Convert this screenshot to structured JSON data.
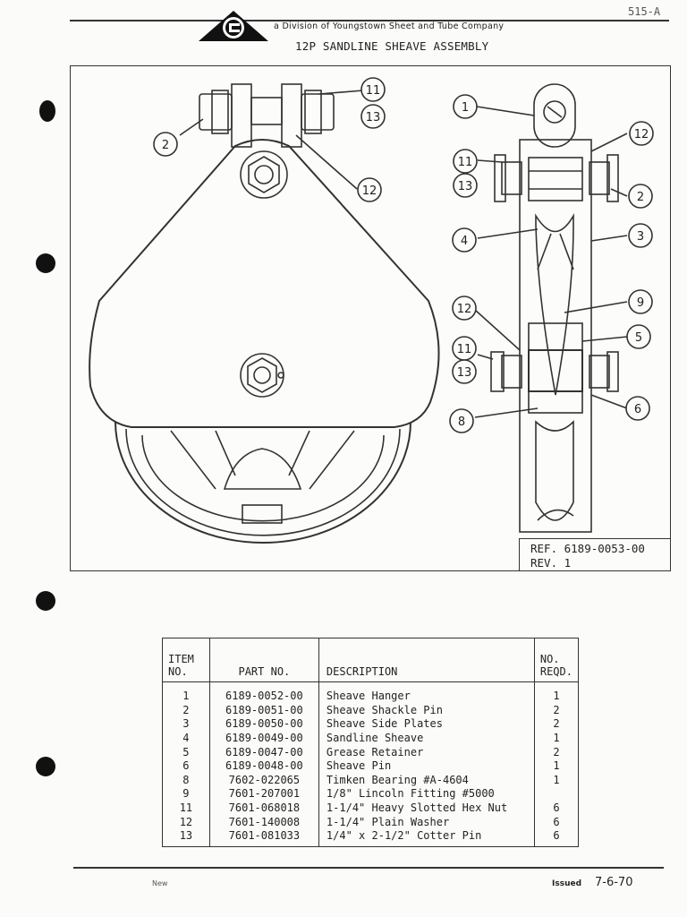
{
  "header": {
    "division": "a Division of  Youngstown Sheet and Tube Company",
    "title": "12P SANDLINE SHEAVE ASSEMBLY",
    "sheet_code": "515-A"
  },
  "callouts": [
    "1",
    "2",
    "3",
    "4",
    "5",
    "6",
    "8",
    "9",
    "11",
    "12",
    "13"
  ],
  "reference": {
    "ref": "REF. 6189-0053-00",
    "rev": "REV. 1"
  },
  "parts_table": {
    "headers": {
      "item": [
        "ITEM",
        "NO."
      ],
      "part": "PART NO.",
      "description": "DESCRIPTION",
      "qty": [
        "NO.",
        "REQD."
      ]
    },
    "rows": [
      {
        "item": "1",
        "part": "6189-0052-00",
        "description": "Sheave Hanger",
        "qty": "1"
      },
      {
        "item": "2",
        "part": "6189-0051-00",
        "description": "Sheave Shackle Pin",
        "qty": "2"
      },
      {
        "item": "3",
        "part": "6189-0050-00",
        "description": "Sheave Side Plates",
        "qty": "2"
      },
      {
        "item": "4",
        "part": "6189-0049-00",
        "description": "Sandline Sheave",
        "qty": "1"
      },
      {
        "item": "5",
        "part": "6189-0047-00",
        "description": "Grease Retainer",
        "qty": "2"
      },
      {
        "item": "6",
        "part": "6189-0048-00",
        "description": "Sheave Pin",
        "qty": "1"
      },
      {
        "item": "8",
        "part": "7602-022065",
        "description": "Timken Bearing #A-4604",
        "qty": "1"
      },
      {
        "item": "9",
        "part": "7601-207001",
        "description": "1/8\" Lincoln Fitting #5000",
        "qty": ""
      },
      {
        "item": "11",
        "part": "7601-068018",
        "description": "1-1/4\" Heavy Slotted Hex Nut",
        "qty": "6"
      },
      {
        "item": "12",
        "part": "7601-140008",
        "description": "1-1/4\" Plain Washer",
        "qty": "6"
      },
      {
        "item": "13",
        "part": "7601-081033",
        "description": "1/4\" x 2-1/2\" Cotter Pin",
        "qty": "6"
      }
    ]
  },
  "footer": {
    "left": "New",
    "issued_label": "Issued",
    "issued_date": "7-6-70"
  }
}
